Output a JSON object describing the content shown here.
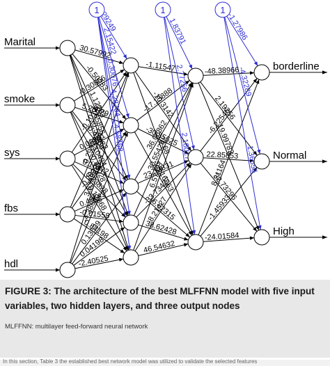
{
  "network": {
    "inputs": [
      "Marital",
      "smoke",
      "sys",
      "fbs",
      "hdl"
    ],
    "outputs": [
      "borderline",
      "Normal",
      "High"
    ],
    "bias_label": "1",
    "weights_input_hidden1": [
      {
        "from": 0,
        "to": 0,
        "label": "30.57992"
      },
      {
        "from": 0,
        "to": 1,
        "label": "-0.50283"
      },
      {
        "from": 0,
        "to": 2,
        "label": "1.12283"
      },
      {
        "from": 0,
        "to": 3,
        "label": "-0.65856"
      },
      {
        "from": 0,
        "to": 4,
        "label": "-0.58856"
      },
      {
        "from": 1,
        "to": 0,
        "label": "-0.30856"
      },
      {
        "from": 1,
        "to": 1,
        "label": "5.25329"
      },
      {
        "from": 1,
        "to": 2,
        "label": "-0.41482"
      },
      {
        "from": 1,
        "to": 3,
        "label": "-0.10424"
      },
      {
        "from": 1,
        "to": 4,
        "label": "-0.46028"
      },
      {
        "from": 2,
        "to": 0,
        "label": "-0.10146"
      },
      {
        "from": 2,
        "to": 1,
        "label": "0.00881"
      },
      {
        "from": 2,
        "to": 2,
        "label": "0.10472"
      },
      {
        "from": 2,
        "to": 3,
        "label": "0.23828"
      },
      {
        "from": 2,
        "to": 4,
        "label": "0.12868"
      },
      {
        "from": 3,
        "to": 0,
        "label": "0.29322"
      },
      {
        "from": 3,
        "to": 1,
        "label": "-0.28228"
      },
      {
        "from": 3,
        "to": 2,
        "label": "0.46643"
      },
      {
        "from": 3,
        "to": 3,
        "label": "-0.01558"
      },
      {
        "from": 3,
        "to": 4,
        "label": "0.84198"
      },
      {
        "from": 4,
        "to": 0,
        "label": "3.63985"
      },
      {
        "from": 4,
        "to": 1,
        "label": "-4.38685"
      },
      {
        "from": 4,
        "to": 2,
        "label": "0.13639"
      },
      {
        "from": 4,
        "to": 3,
        "label": "0.04198"
      },
      {
        "from": 4,
        "to": 4,
        "label": "-2.40525"
      }
    ],
    "bias_hidden1": [
      "0.29249",
      "2.15422",
      "0.30076",
      "4.28704",
      "4.58458"
    ],
    "weights_hidden1_hidden2": [
      {
        "from": 0,
        "to": 0,
        "label": "-1.11547"
      },
      {
        "from": 0,
        "to": 1,
        "label": "-10.3142"
      },
      {
        "from": 0,
        "to": 2,
        "label": "-23.68"
      },
      {
        "from": 1,
        "to": 0,
        "label": "-17.13888"
      },
      {
        "from": 1,
        "to": 1,
        "label": "-30.35625"
      },
      {
        "from": 1,
        "to": 2,
        "label": "-29.16863"
      },
      {
        "from": 2,
        "to": 0,
        "label": "36.08862"
      },
      {
        "from": 2,
        "to": 1,
        "label": "23.33331"
      },
      {
        "from": 2,
        "to": 2,
        "label": "-6.62315"
      },
      {
        "from": 3,
        "to": 0,
        "label": "30.55428"
      },
      {
        "from": 3,
        "to": 1,
        "label": "-33.73427"
      },
      {
        "from": 3,
        "to": 2,
        "label": "38.62428"
      },
      {
        "from": 4,
        "to": 0,
        "label": "6.57427"
      },
      {
        "from": 4,
        "to": 1,
        "label": "-8.21427"
      },
      {
        "from": 4,
        "to": 2,
        "label": "46.54632"
      }
    ],
    "bias_hidden2": [
      "1.83791",
      "2.77256",
      "2.18027"
    ],
    "weights_hidden2_output": [
      {
        "from": 0,
        "to": 0,
        "label": "-48.38966"
      },
      {
        "from": 0,
        "to": 1,
        "label": "2.19256"
      },
      {
        "from": 0,
        "to": 2,
        "label": "19.99782"
      },
      {
        "from": 1,
        "to": 0,
        "label": "-6.22546"
      },
      {
        "from": 1,
        "to": 1,
        "label": "22.85853"
      },
      {
        "from": 1,
        "to": 2,
        "label": "32.73296"
      },
      {
        "from": 2,
        "to": 0,
        "label": "8.21164"
      },
      {
        "from": 2,
        "to": 1,
        "label": "-1.45933"
      },
      {
        "from": 2,
        "to": 2,
        "label": "-24.01584"
      }
    ],
    "bias_output": [
      "-1.27986",
      "-4.32289",
      "1.36655"
    ],
    "colors": {
      "edge": "#000000",
      "bias_edge": "#2c2cd4",
      "node_fill": "#ffffff"
    }
  },
  "caption": {
    "title": "FIGURE 3: The architecture of the best MLFFNN model with five input variables, two hidden layers, and three output nodes",
    "note": "MLFFNN: multilayer feed-forward neural network"
  },
  "footer": {
    "text": "In this section, Table 3 the established best network model was utilized to validate the selected features"
  }
}
